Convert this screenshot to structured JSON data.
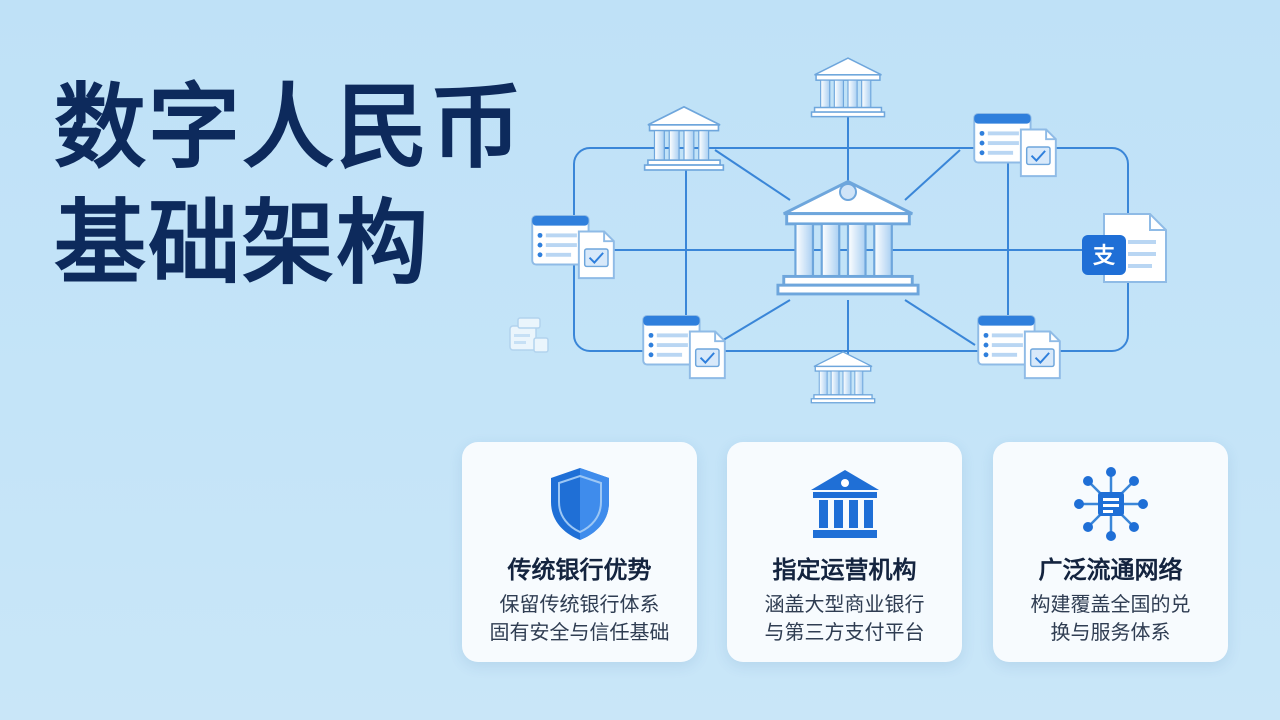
{
  "title": {
    "line1": "数字人民币",
    "line2": "基础架构"
  },
  "diagram": {
    "doc_badge": "支"
  },
  "cards": [
    {
      "icon": "shield-icon",
      "title": "传统银行优势",
      "desc_line1": "保留传统银行体系",
      "desc_line2": "固有安全与信任基础"
    },
    {
      "icon": "bank-icon",
      "title": "指定运营机构",
      "desc_line1": "涵盖大型商业银行",
      "desc_line2": "与第三方支付平台"
    },
    {
      "icon": "network-icon",
      "title": "广泛流通网络",
      "desc_line1": "构建覆盖全国的兑",
      "desc_line2": "换与服务体系"
    }
  ],
  "colors": {
    "title": "#0d2a5c",
    "accent": "#1f6fd6",
    "line": "#3a86d8"
  }
}
